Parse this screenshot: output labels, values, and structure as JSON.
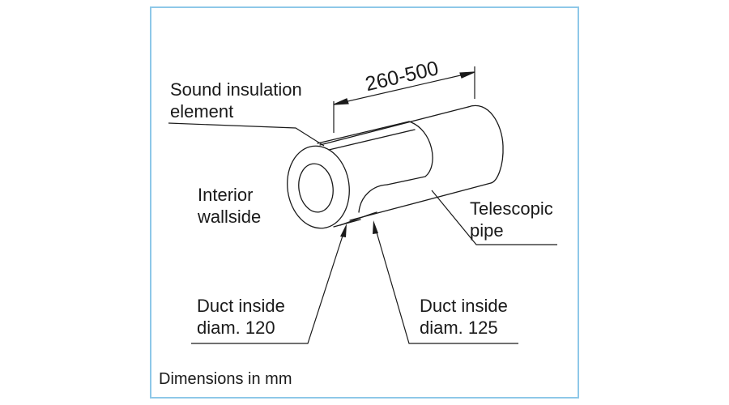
{
  "labels": {
    "sound_insulation_line1": "Sound insulation",
    "sound_insulation_line2": "element",
    "interior_line1": "Interior",
    "interior_line2": "wallside",
    "telescopic_line1": "Telescopic",
    "telescopic_line2": "pipe",
    "duct120_line1": "Duct inside",
    "duct120_line2": "diam. 120",
    "duct125_line1": "Duct inside",
    "duct125_line2": "diam. 125"
  },
  "dimension": {
    "length_range": "260-500"
  },
  "footer": {
    "units_note": "Dimensions in mm"
  },
  "colors": {
    "frame_border": "#8ec8e8",
    "line": "#1a1a1a"
  }
}
